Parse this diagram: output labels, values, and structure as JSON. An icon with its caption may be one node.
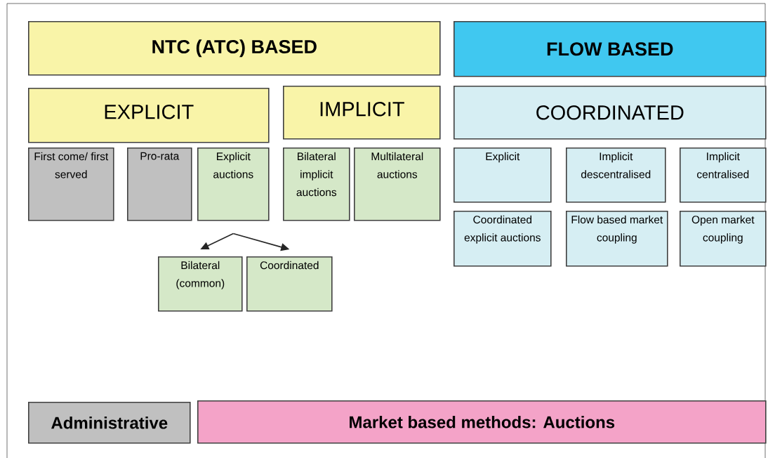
{
  "diagram": {
    "nodes": [
      {
        "text": [
          "NTC (ATC) BASED"
        ]
      },
      {
        "text": [
          "FLOW BASED"
        ]
      },
      {
        "text": [
          "EXPLICIT"
        ]
      },
      {
        "text": [
          "IMPLICIT"
        ]
      },
      {
        "text": [
          "COORDINATED"
        ]
      },
      {
        "text": [
          "First come/ first served"
        ]
      },
      {
        "text": [
          "Pro-rata"
        ]
      },
      {
        "text": [
          "Explicit auctions"
        ]
      },
      {
        "text": [
          "Bilateral implicit auctions"
        ]
      },
      {
        "text": [
          "Multilateral auctions"
        ]
      },
      {
        "text": [
          "Explicit"
        ]
      },
      {
        "text": [
          "Implicit descentralised"
        ]
      },
      {
        "text": [
          "Implicit centralised"
        ]
      },
      {
        "text": [
          "Coordinated explicit auctions"
        ]
      },
      {
        "text": [
          "Flow based market coupling"
        ]
      },
      {
        "text": [
          "Open market coupling"
        ]
      },
      {
        "text": [
          "Bilateral (common)"
        ]
      },
      {
        "text": [
          "Coordinated"
        ]
      },
      {
        "text": [
          "Administrative"
        ]
      },
      {
        "text": [
          "Market based methods: Auctions"
        ]
      }
    ],
    "edges": [
      {
        "from": 7,
        "to": 16,
        "arrow": "to"
      },
      {
        "from": 7,
        "to": 17,
        "arrow": "to"
      }
    ]
  }
}
